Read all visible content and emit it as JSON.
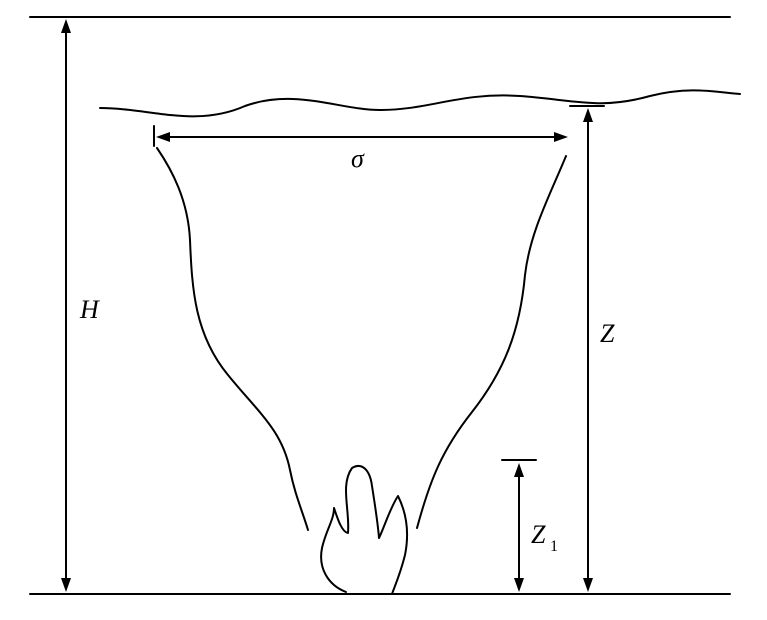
{
  "labels": {
    "height_total": "H",
    "height_z": "Z",
    "height_z1_base": "Z",
    "height_z1_sub": "1",
    "width_sigma": "σ"
  },
  "colors": {
    "stroke": "#000000",
    "background": "#ffffff"
  }
}
